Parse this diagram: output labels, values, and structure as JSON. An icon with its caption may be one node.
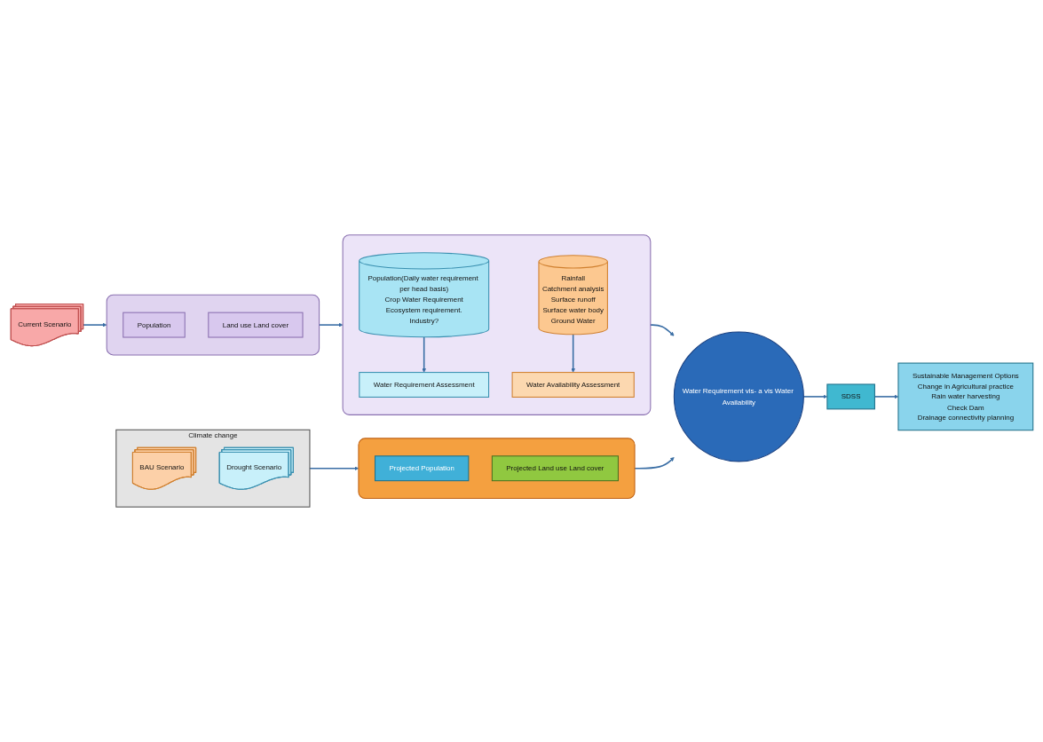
{
  "diagram": {
    "nodes": [
      {
        "text": [
          "Current Scenario"
        ]
      },
      {
        "text": [],
        "shape": "box"
      },
      {
        "text": [
          "Population"
        ],
        "in": 1
      },
      {
        "text": [
          "Land use Land cover"
        ],
        "in": 1
      },
      {
        "text": [],
        "shape": "box"
      },
      {
        "text": [
          "Population(Daily water requirement per head basis)",
          "Crop Water Requirement",
          "Ecosystem requirement.",
          "Industry?"
        ],
        "in": 4
      },
      {
        "text": [
          "Water Requirement Assessment"
        ],
        "in": 4
      },
      {
        "text": [
          "Rainfall",
          "Catchment analysis",
          "Surface runoff",
          "Surface water body",
          "Ground Water"
        ],
        "in": 4
      },
      {
        "text": [
          "Water Availability Assessment"
        ],
        "in": 4
      },
      {
        "text": [
          "Climate change"
        ]
      },
      {
        "text": [
          "BAU Scenario"
        ],
        "in": 9
      },
      {
        "text": [
          "Drought Scenario"
        ],
        "in": 9
      },
      {
        "text": [],
        "shape": "box"
      },
      {
        "text": [
          "Projected Population"
        ],
        "in": 12
      },
      {
        "text": [
          "Projected Land use Land cover"
        ],
        "in": 12
      },
      {
        "text": [
          "Water Requirement vis- a vis Water Availability"
        ]
      },
      {
        "text": [
          "SDSS"
        ]
      },
      {
        "text": [
          "Sustainable Management Options",
          "Change in Agricultural practice",
          "Rain water harvesting",
          "Check Dam",
          "Drainage connectivity planning"
        ]
      }
    ],
    "edges": [
      {
        "from": 0,
        "to": 1,
        "arrow": "to"
      },
      {
        "from": 1,
        "to": 4,
        "arrow": "to"
      },
      {
        "from": 5,
        "to": 6,
        "arrow": "to"
      },
      {
        "from": 7,
        "to": 8,
        "arrow": "to"
      },
      {
        "from": 4,
        "to": 15,
        "arrow": "to"
      },
      {
        "from": 9,
        "to": 12,
        "arrow": "to"
      },
      {
        "from": 12,
        "to": 15,
        "arrow": "to"
      },
      {
        "from": 15,
        "to": 16,
        "arrow": "to"
      },
      {
        "from": 16,
        "to": 17,
        "arrow": "to"
      }
    ]
  }
}
